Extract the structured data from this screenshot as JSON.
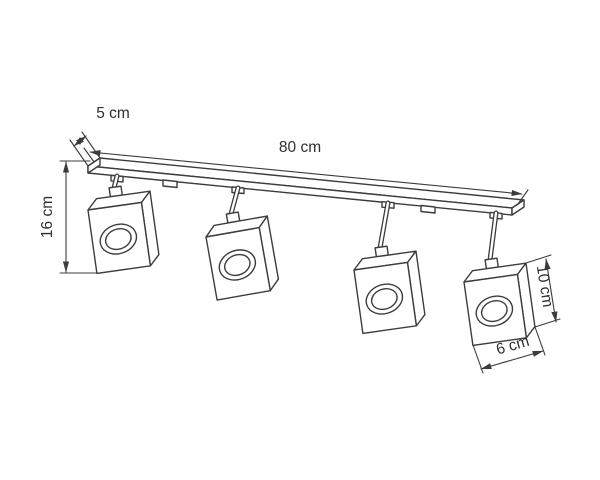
{
  "figure": {
    "background": "#ffffff",
    "line_color": "#3c3c3c",
    "text_color": "#2f2f2f"
  },
  "labels": {
    "rail_length": "80 cm",
    "rail_depth": "5 cm",
    "total_height": "16 cm",
    "head_height": "10 cm",
    "head_width": "6 cm"
  }
}
